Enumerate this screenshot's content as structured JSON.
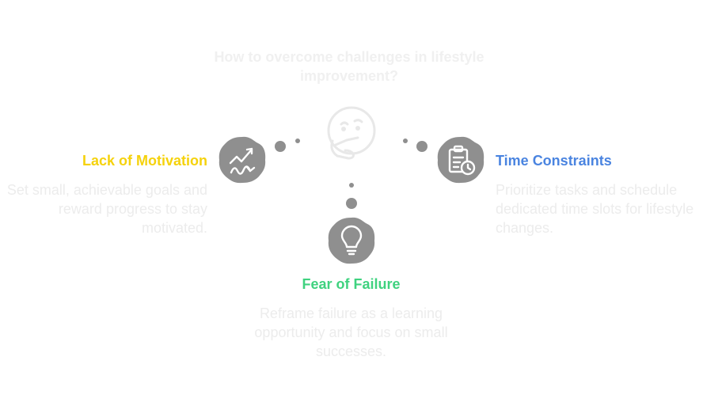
{
  "title": "How to overcome challenges in lifestyle improvement?",
  "center_icon": "thinking-face-icon",
  "items": [
    {
      "heading": "Lack of Motivation",
      "description": "Set small, achievable goals and reward progress to stay motivated.",
      "color": "#f5d20c",
      "icon": "zigzag-arrow-icon"
    },
    {
      "heading": "Time Constraints",
      "description": "Prioritize tasks and schedule dedicated time slots for lifestyle changes.",
      "color": "#4a84e0",
      "icon": "clipboard-clock-icon"
    },
    {
      "heading": "Fear of Failure",
      "description": "Reframe failure as a learning opportunity and focus on small successes.",
      "color": "#3fd27f",
      "icon": "lightbulb-icon"
    }
  ],
  "colors": {
    "badge_fill": "#8f8f8f",
    "badge_icon": "#ffffff",
    "faint_text": "#ececec",
    "center_icon_stroke": "#e8e8e8"
  }
}
